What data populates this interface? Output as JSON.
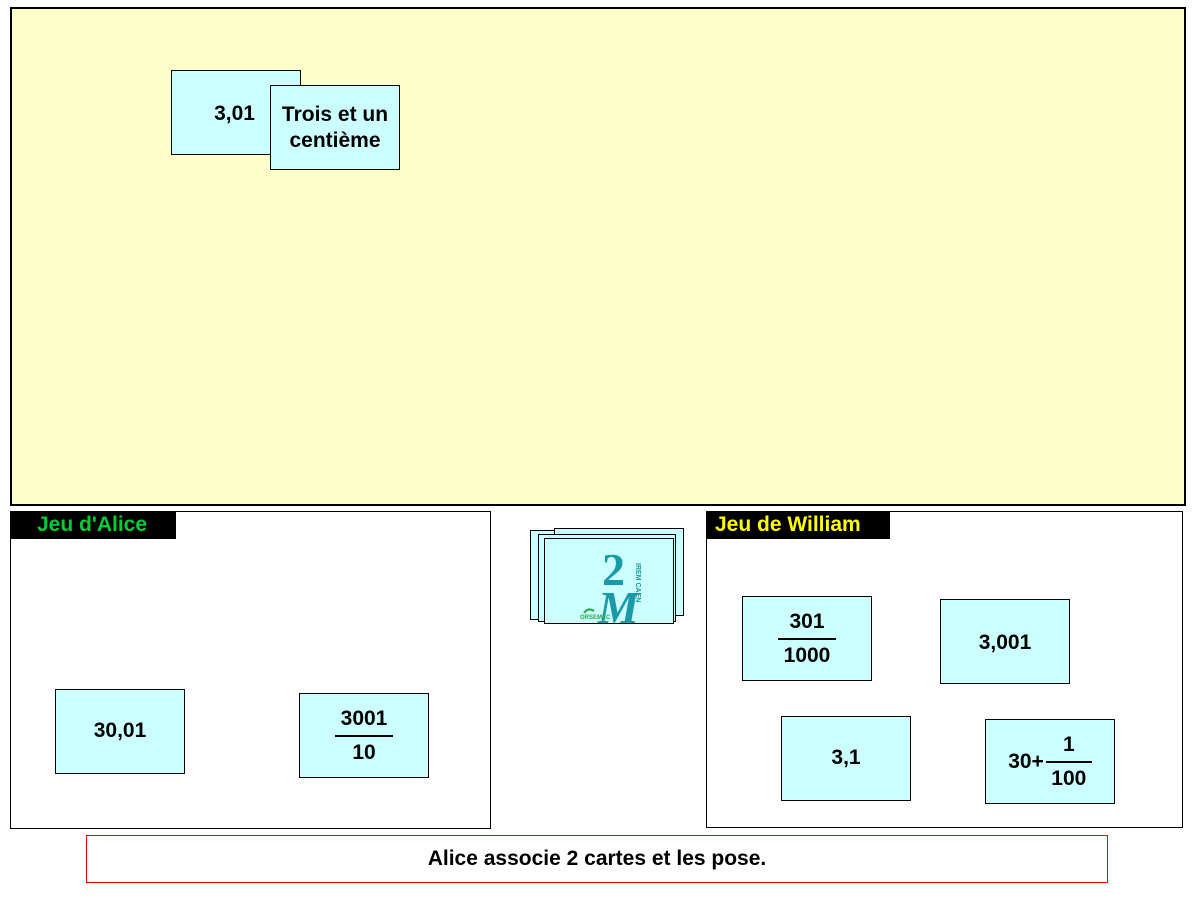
{
  "table_cards": {
    "card_decimal": "3,01",
    "card_words": "Trois et un centième"
  },
  "alice_zone": {
    "label": "Jeu d'Alice",
    "label_color": "#00cc33",
    "cards": {
      "decimal": "30,01",
      "fraction_num": "3001",
      "fraction_den": "10"
    }
  },
  "william_zone": {
    "label": "Jeu de William",
    "label_color": "#ffff00",
    "cards": {
      "fraction_num": "301",
      "fraction_den": "1000",
      "decimal_1": "3,001",
      "decimal_2": "3,1",
      "mixed_whole": "30+",
      "mixed_num": "1",
      "mixed_den": "100"
    }
  },
  "deck": {
    "logo_big": "2",
    "logo_letter": "M",
    "logo_side_text": "IREM CAEN",
    "logo_small_text": "ORSEMEC"
  },
  "message": "Alice associe 2 cartes et les pose.",
  "colors": {
    "table": "#ffffcc",
    "card": "#ccffff",
    "message_border": "#e00000",
    "logo": "#1a9aa8"
  }
}
